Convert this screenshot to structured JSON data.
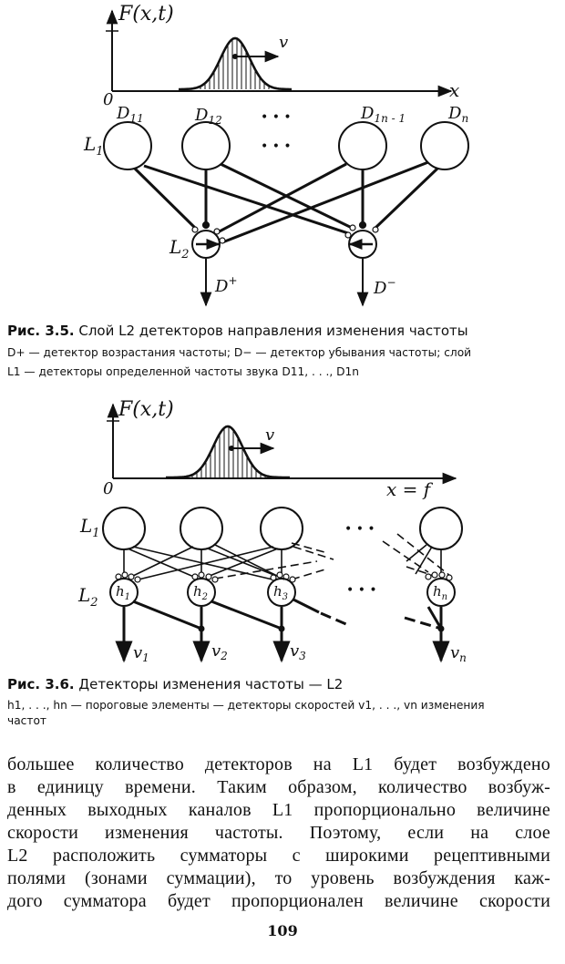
{
  "figure_1": {
    "y_label": "F(x,t)",
    "x_label": "x",
    "origin": "0",
    "velocity": "v",
    "dots": "• • •",
    "layer_L1": "L1",
    "layer_L2": "L2",
    "detectors": [
      "D11",
      "D12",
      "D1n-1",
      "Dn"
    ],
    "out_plus": "D+",
    "out_minus": "D−"
  },
  "caption_1": {
    "label": "Рис. 3.5.",
    "title": "Слой L2 детекторов направления изменения частоты",
    "note_line1": "D+ — детектор возрастания частоты; D− — детектор убывания частоты; слой",
    "note_line2": "L1 — детекторы определенной частоты звука D11, . . ., D1n"
  },
  "figure_2": {
    "y_label": "F(x,t)",
    "x_label": "x = f",
    "origin": "0",
    "velocity": "v",
    "dots": "• • •",
    "layer_L1": "L1",
    "layer_L2": "L2",
    "thresholds": [
      "h1",
      "h2",
      "h3",
      "hn"
    ],
    "outputs": [
      "v1",
      "v2",
      "v3",
      "vn"
    ]
  },
  "caption_2": {
    "label": "Рис. 3.6.",
    "title": "Детекторы изменения частоты — L2",
    "note_line1": "h1, . . ., hn — пороговые элементы — детекторы скоростей v1, . . ., vn изменения",
    "note_line2": "частот"
  },
  "body": {
    "lines": [
      "большее количество детекторов на L1 будет возбуждено",
      "в единицу времени. Таким образом, количество возбуж-",
      "денных выходных каналов L1 пропорционально величине",
      "скорости изменения частоты. Поэтому, если на слое",
      "L2 расположить сумматоры с широкими рецептивными",
      "полями (зонами суммации), то уровень возбуждения каж-",
      "дого сумматора будет пропорционален величине скорости"
    ]
  },
  "page_number": "109"
}
